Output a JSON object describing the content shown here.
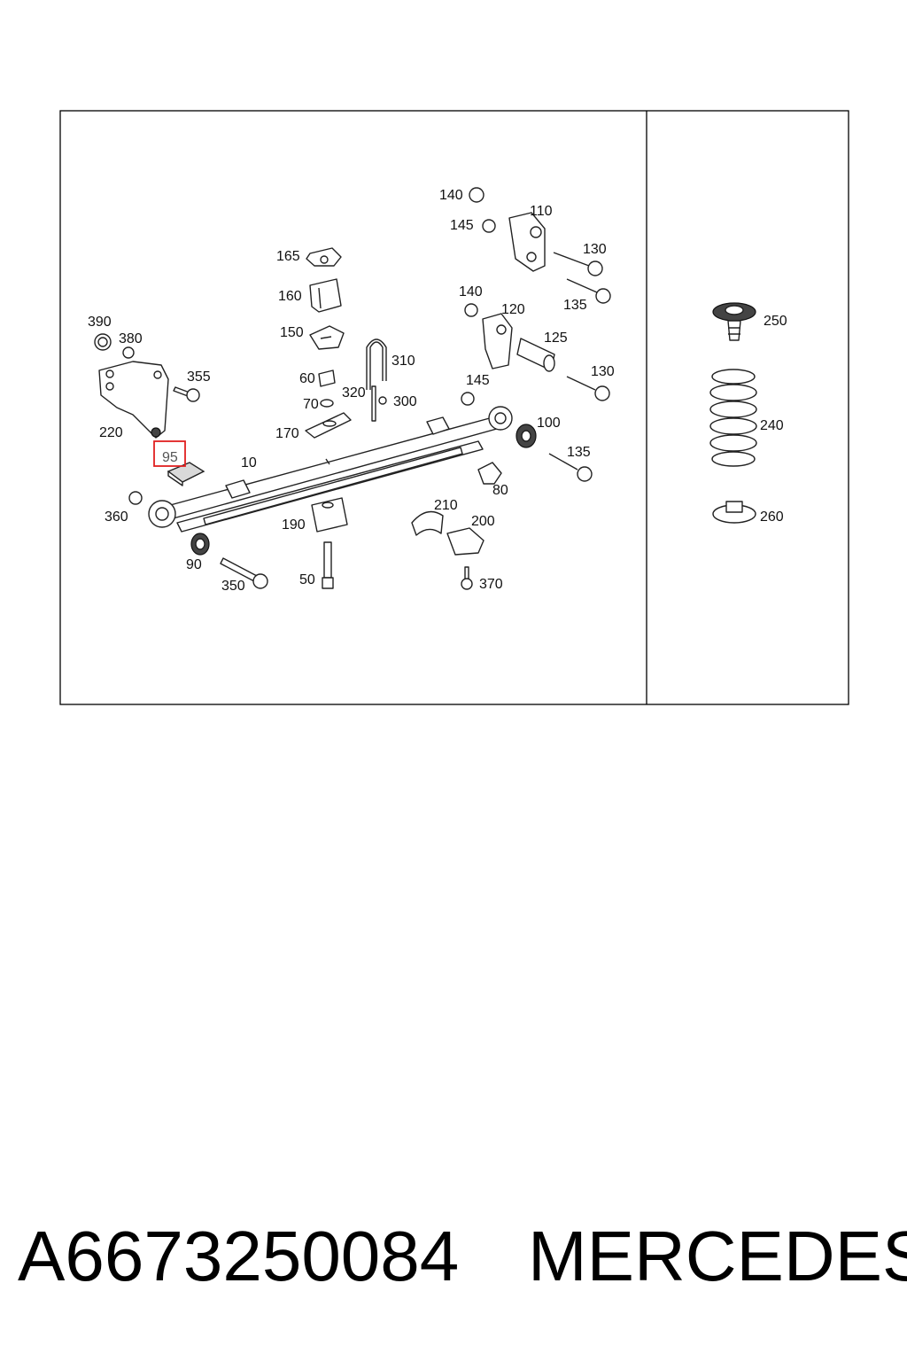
{
  "diagram": {
    "callouts": {
      "c10": "10",
      "c50": "50",
      "c60": "60",
      "c70": "70",
      "c80": "80",
      "c90": "90",
      "c95": "95",
      "c100": "100",
      "c110": "110",
      "c120": "120",
      "c125": "125",
      "c130a": "130",
      "c130b": "130",
      "c135a": "135",
      "c135b": "135",
      "c140a": "140",
      "c140b": "140",
      "c145a": "145",
      "c145b": "145",
      "c150": "150",
      "c160": "160",
      "c165": "165",
      "c170": "170",
      "c190": "190",
      "c200": "200",
      "c210": "210",
      "c220": "220",
      "c240": "240",
      "c250": "250",
      "c260": "260",
      "c300": "300",
      "c310": "310",
      "c320": "320",
      "c350": "350",
      "c355": "355",
      "c360": "360",
      "c370": "370",
      "c380": "380",
      "c390": "390"
    },
    "highlighted_part": "95",
    "highlight_color": "#e02020"
  },
  "caption": {
    "part_number": "A6673250084",
    "brand": "MERCEDES"
  }
}
